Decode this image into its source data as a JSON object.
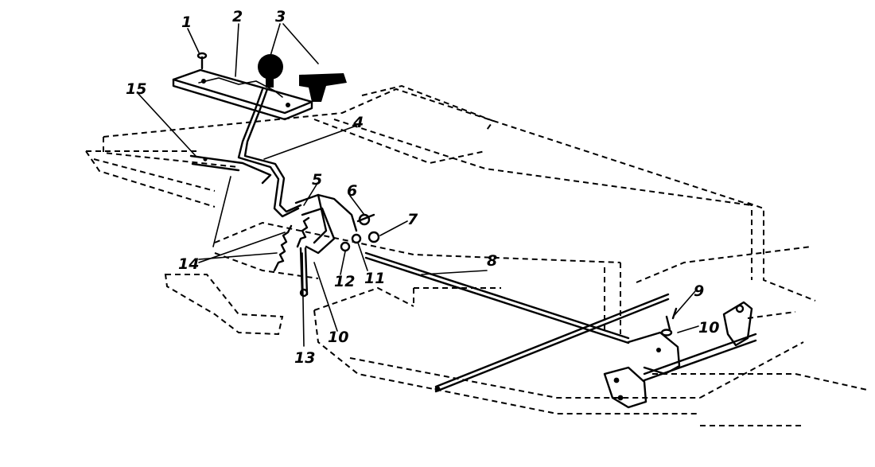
{
  "callouts": [
    {
      "id": "c1",
      "label": "1"
    },
    {
      "id": "c2",
      "label": "2"
    },
    {
      "id": "c3",
      "label": "3"
    },
    {
      "id": "c4",
      "label": "4"
    },
    {
      "id": "c5",
      "label": "5"
    },
    {
      "id": "c6",
      "label": "6"
    },
    {
      "id": "c7",
      "label": "7"
    },
    {
      "id": "c8",
      "label": "8"
    },
    {
      "id": "c9",
      "label": "9"
    },
    {
      "id": "c10a",
      "label": "10"
    },
    {
      "id": "c10b",
      "label": "10"
    },
    {
      "id": "c11",
      "label": "11"
    },
    {
      "id": "c12",
      "label": "12"
    },
    {
      "id": "c13",
      "label": "13"
    },
    {
      "id": "c14",
      "label": "14"
    },
    {
      "id": "c15",
      "label": "15"
    }
  ],
  "colors": {
    "ink": "#000000",
    "paper": "#ffffff"
  }
}
